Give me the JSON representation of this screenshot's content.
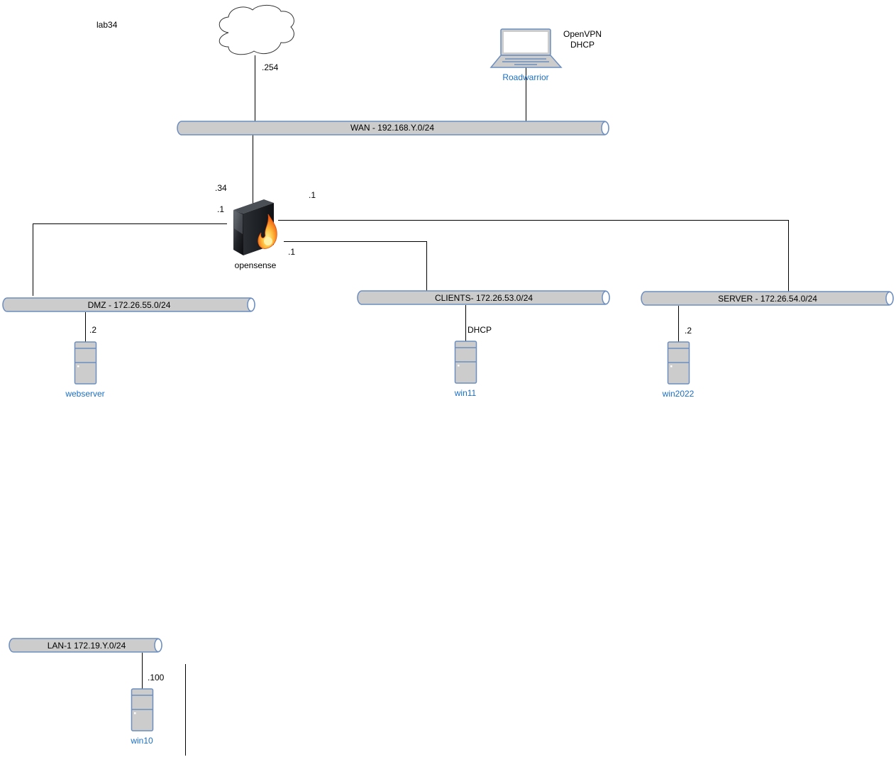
{
  "diagram": {
    "title": "lab34",
    "internet": {
      "label": "",
      "address": ".254"
    },
    "roadwarrior": {
      "label": "Roadwarrior",
      "note_line1": "OpenVPN",
      "note_line2": "DHCP"
    },
    "firewall": {
      "label": "opensense",
      "wan_address": ".34",
      "dmz_address": ".1",
      "server_address": ".1",
      "clients_address": ".1"
    },
    "networks": {
      "wan": "WAN -  192.168.Y.0/24",
      "dmz": "DMZ -  172.26.55.0/24",
      "clients": "CLIENTS-  172.26.53.0/24",
      "server": "SERVER -  172.26.54.0/24",
      "lan1": "LAN-1 172.19.Y.0/24"
    },
    "hosts": {
      "webserver": {
        "label": "webserver",
        "address": ".2"
      },
      "win11": {
        "label": "win11",
        "address": "DHCP"
      },
      "win2022": {
        "label": "win2022",
        "address": ".2"
      },
      "win10": {
        "label": "win10",
        "address": ".100"
      }
    },
    "colors": {
      "bus_fill": "#cccccc",
      "bus_stroke": "#6c8ebf",
      "device_fill": "#cccccc",
      "device_stroke": "#6c8ebf",
      "host_label": "#1a6fc4"
    }
  }
}
